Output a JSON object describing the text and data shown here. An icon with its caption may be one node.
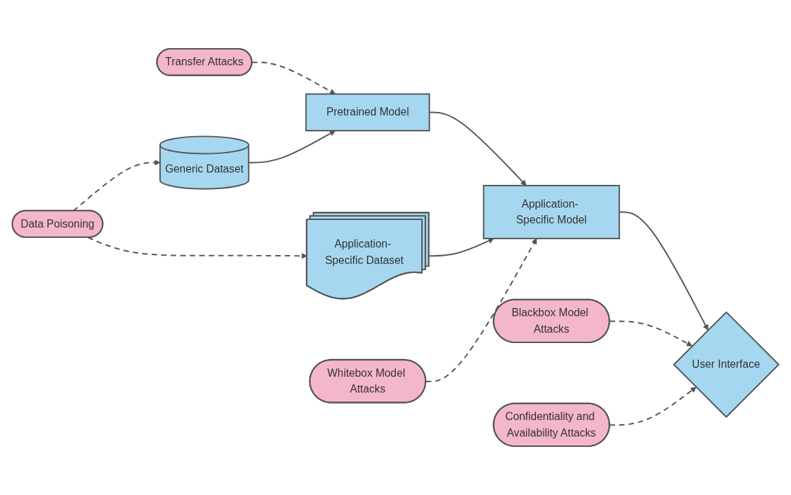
{
  "diagram": {
    "nodes": [
      {
        "text": [
          "Transfer Attacks"
        ]
      },
      {
        "text": [
          "Generic Dataset"
        ]
      },
      {
        "text": [
          "Pretrained Model"
        ]
      },
      {
        "text": [
          "Whitebox Model Attacks"
        ]
      },
      {
        "text": [
          "Blackbox Model Attacks"
        ]
      },
      {
        "text": [
          "Application- Specific Model"
        ]
      },
      {
        "text": [
          "User Interface"
        ]
      },
      {
        "text": [
          "Data Poisoning"
        ]
      },
      {
        "text": [
          "Application- Specific Dataset"
        ]
      },
      {
        "text": [
          "Confidentiality and Availability Attacks"
        ]
      }
    ],
    "edges": [
      {
        "from": 0,
        "to": 2,
        "arrow": "to",
        "style": "dashed"
      },
      {
        "from": 1,
        "to": 2,
        "arrow": "to"
      },
      {
        "from": 2,
        "to": 5,
        "arrow": "to"
      },
      {
        "from": 8,
        "to": 5,
        "arrow": "to"
      },
      {
        "from": 3,
        "to": 5,
        "arrow": "to",
        "style": "dashed"
      },
      {
        "from": 5,
        "to": 6,
        "arrow": "to"
      },
      {
        "from": 4,
        "to": 6,
        "arrow": "to",
        "style": "dashed"
      },
      {
        "from": 9,
        "to": 6,
        "arrow": "to",
        "style": "dashed"
      },
      {
        "from": 7,
        "to": 1,
        "arrow": "to",
        "style": "dashed"
      },
      {
        "from": 7,
        "to": 8,
        "arrow": "to",
        "style": "dashed"
      }
    ]
  }
}
